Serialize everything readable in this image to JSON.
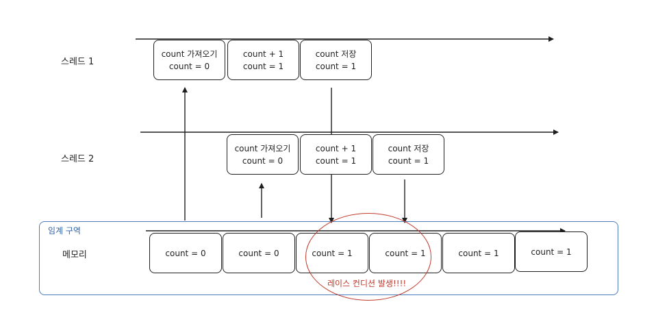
{
  "lanes": {
    "thread1": {
      "label": "스레드 1",
      "steps": [
        [
          "count 가져오기",
          "count = 0"
        ],
        [
          "count + 1",
          "count = 1"
        ],
        [
          "count 저장",
          "count = 1"
        ]
      ]
    },
    "thread2": {
      "label": "스레드 2",
      "steps": [
        [
          "count 가져오기",
          "count = 0"
        ],
        [
          "count + 1",
          "count = 1"
        ],
        [
          "count 저장",
          "count = 1"
        ]
      ]
    },
    "memory": {
      "label": "메모리",
      "cells": [
        "count = 0",
        "count = 0",
        "count = 1",
        "count = 1",
        "count = 1",
        "count = 1"
      ]
    }
  },
  "critical_section": {
    "label": "임계 구역",
    "color": "#4a7cc0"
  },
  "race_condition": {
    "label": "레이스 컨디션 발생!!!!",
    "color": "#c0392b"
  },
  "stroke_color": "#1e1e1e"
}
